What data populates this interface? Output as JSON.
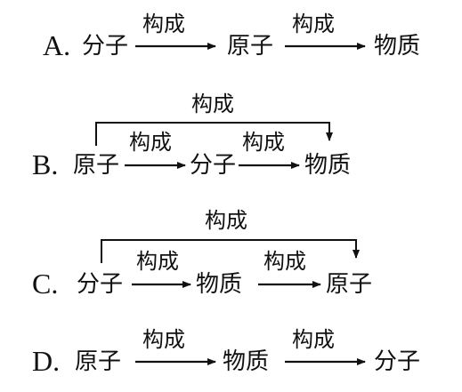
{
  "options": [
    {
      "letter": "A.",
      "terms": [
        "分子",
        "原子",
        "物质"
      ],
      "relations": [
        "构成",
        "构成"
      ]
    },
    {
      "letter": "B.",
      "terms": [
        "原子",
        "分子",
        "物质"
      ],
      "relations": [
        "构成",
        "构成"
      ],
      "bracket_relation": "构成"
    },
    {
      "letter": "C.",
      "terms": [
        "分子",
        "物质",
        "原子"
      ],
      "relations": [
        "构成",
        "构成"
      ],
      "bracket_relation": "构成"
    },
    {
      "letter": "D.",
      "terms": [
        "原子",
        "物质",
        "分子"
      ],
      "relations": [
        "构成",
        "构成"
      ]
    }
  ]
}
